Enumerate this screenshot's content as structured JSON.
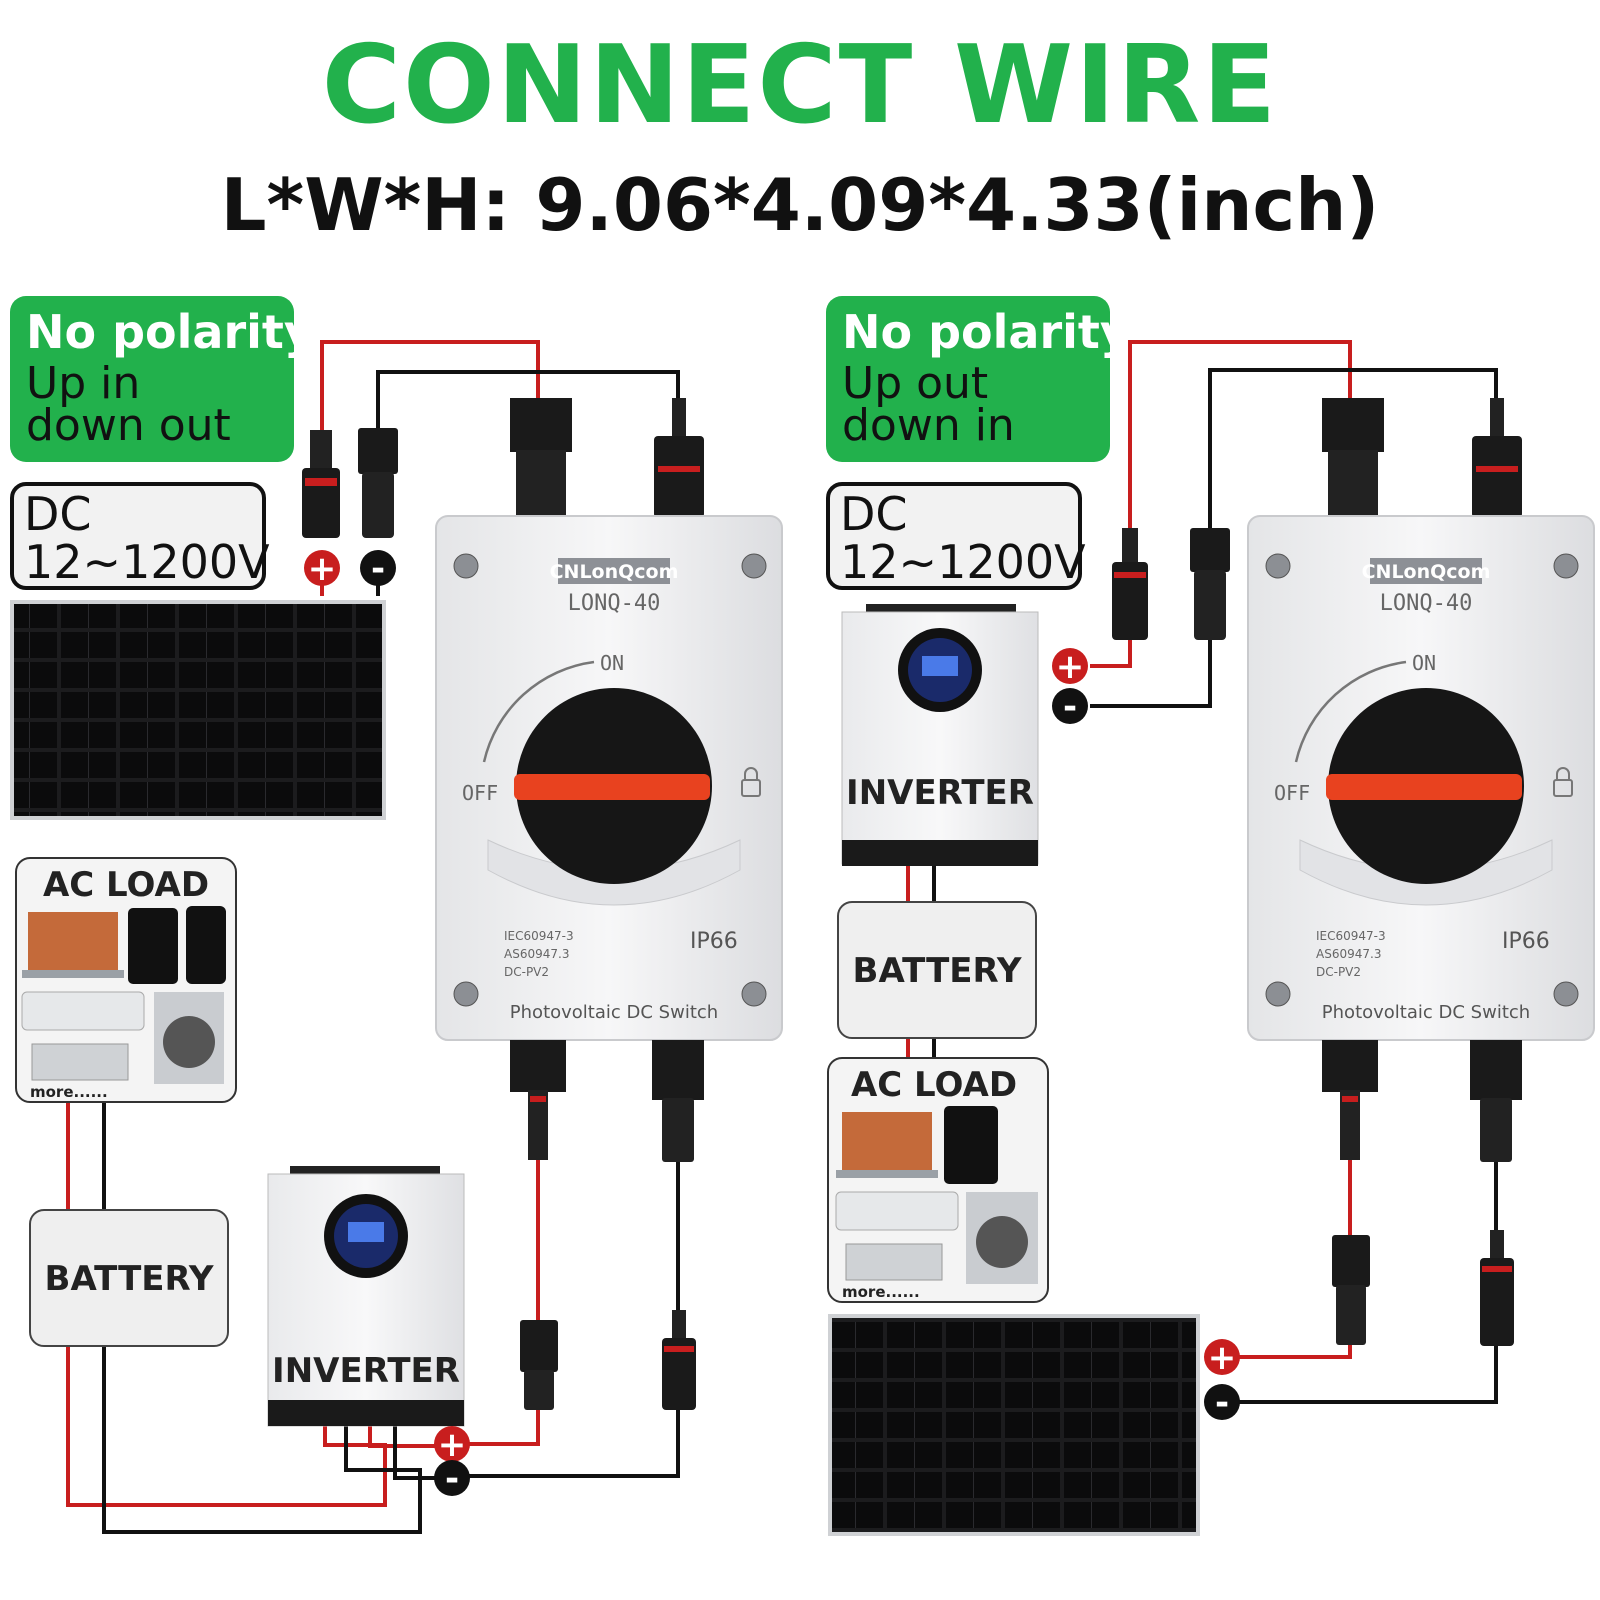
{
  "header": {
    "title": "CONNECT WIRE",
    "dimensions": "L*W*H: 9.06*4.09*4.33(inch)"
  },
  "colors": {
    "accent_green": "#22b14c",
    "wire_red": "#c81e1e",
    "wire_black": "#111111",
    "knob_red": "#e8421f"
  },
  "left": {
    "badge": {
      "title": "No polarity",
      "line1": "Up in",
      "line2": "down out"
    },
    "dc": {
      "line1": "DC",
      "line2": "12~1200V"
    },
    "ac_load": {
      "title": "AC LOAD",
      "more": "more......"
    },
    "battery": "BATTERY",
    "inverter": "INVERTER"
  },
  "right": {
    "badge": {
      "title": "No polarity",
      "line1": "Up out",
      "line2": "down in"
    },
    "dc": {
      "line1": "DC",
      "line2": "12~1200V"
    },
    "inverter": "INVERTER",
    "battery": "BATTERY",
    "ac_load": {
      "title": "AC LOAD",
      "more": "more......"
    }
  },
  "switch": {
    "brand": "CNLonQcom",
    "model": "LONQ-40",
    "on": "ON",
    "off": "OFF",
    "std1": "IEC60947-3",
    "std2": "AS60947.3",
    "std3": "DC-PV2",
    "ip": "IP66",
    "caption": "Photovoltaic DC Switch"
  },
  "terminals": {
    "plus": "+",
    "minus": "-"
  }
}
